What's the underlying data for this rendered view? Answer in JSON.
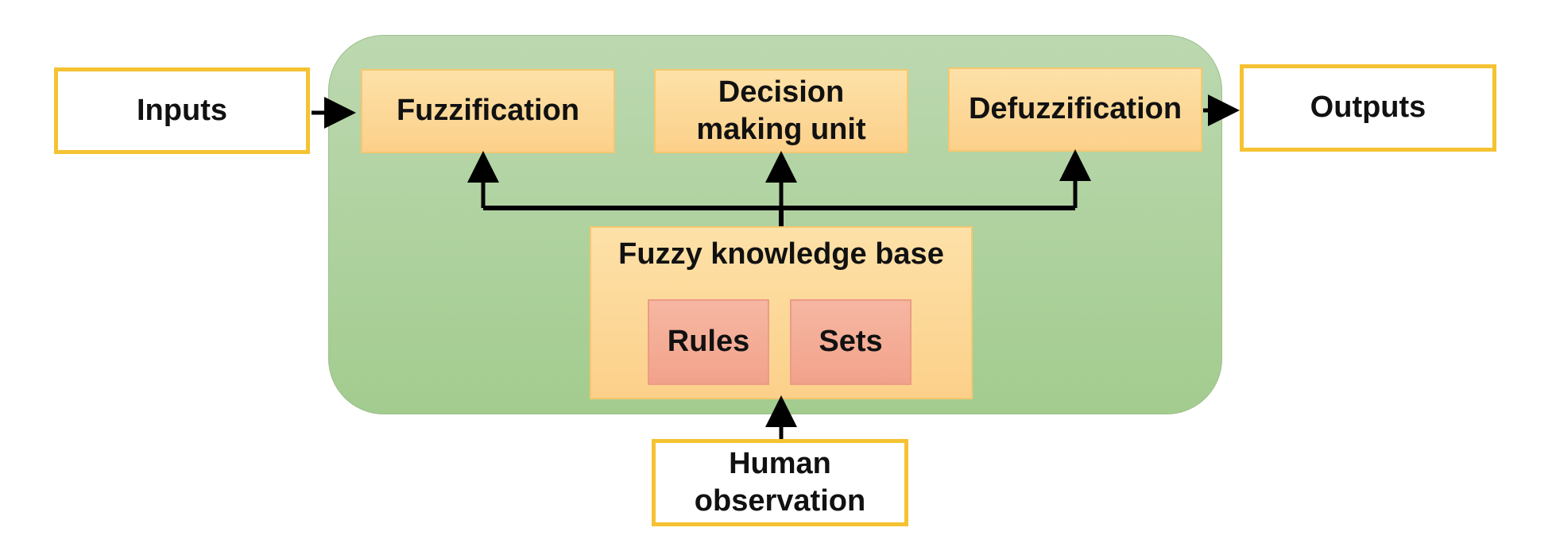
{
  "nodes": {
    "inputs": "Inputs",
    "fuzzification": "Fuzzification",
    "decision_making_unit": "Decision\nmaking unit",
    "defuzzification": "Defuzzification",
    "outputs": "Outputs",
    "fuzzy_knowledge_base": "Fuzzy knowledge base",
    "rules": "Rules",
    "sets": "Sets",
    "human_observation": "Human\nobservation"
  },
  "colors": {
    "container_fill": "#a3cc8f",
    "process_fill": "#fcd08a",
    "outline_border": "#f5c232",
    "inner_fill": "#f2a28b",
    "arrow": "#000000"
  }
}
